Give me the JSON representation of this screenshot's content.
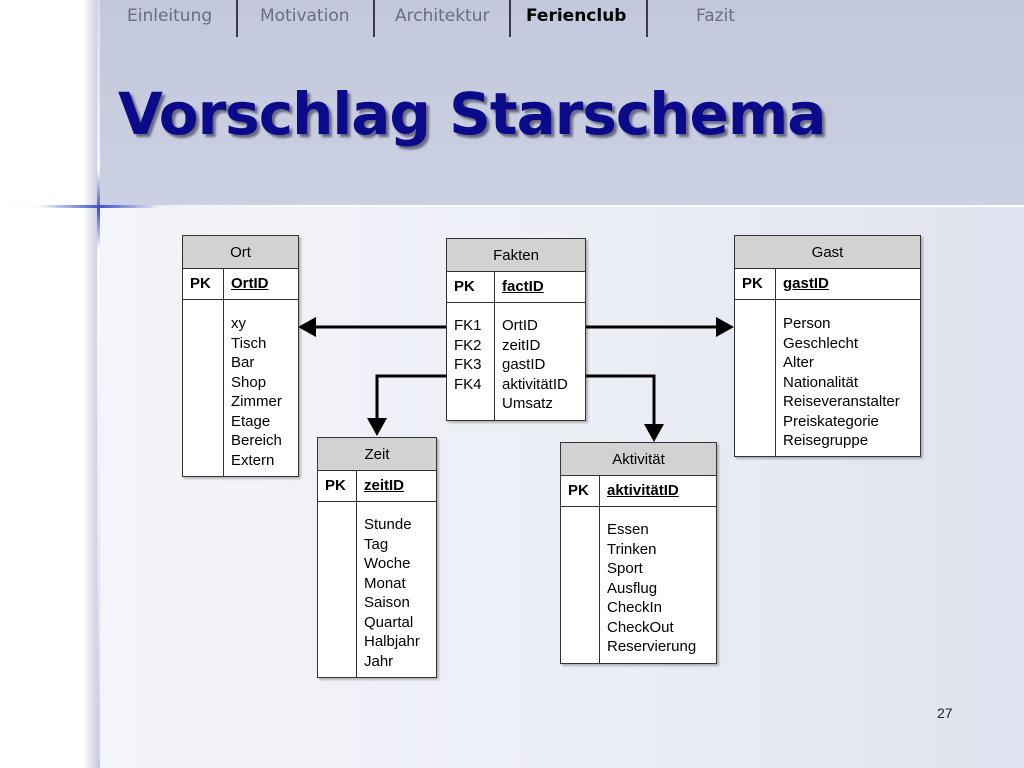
{
  "nav": {
    "items": [
      {
        "label": "Einleitung",
        "active": false
      },
      {
        "label": "Motivation",
        "active": false
      },
      {
        "label": "Architektur",
        "active": false
      },
      {
        "label": "Ferienclub",
        "active": true
      },
      {
        "label": "Fazit",
        "active": false
      }
    ]
  },
  "slide": {
    "title": "Vorschlag Starschema",
    "page_number": "27"
  },
  "entities": {
    "ort": {
      "name": "Ort",
      "pk_label": "PK",
      "pk_name": "OrtID",
      "fk_labels": [],
      "fields": [
        "xy",
        "Tisch",
        "Bar",
        "Shop",
        "Zimmer",
        "Etage",
        "Bereich",
        "Extern"
      ]
    },
    "fakten": {
      "name": "Fakten",
      "pk_label": "PK",
      "pk_name": "factID",
      "fk_labels": [
        "FK1",
        "FK2",
        "FK3",
        "FK4"
      ],
      "fields": [
        "OrtID",
        "zeitID",
        "gastID",
        "aktivitätID",
        "Umsatz"
      ]
    },
    "gast": {
      "name": "Gast",
      "pk_label": "PK",
      "pk_name": "gastID",
      "fk_labels": [],
      "fields": [
        "Person",
        "Geschlecht",
        "Alter",
        "Nationalität",
        "Reiseveranstalter",
        "Preiskategorie",
        "Reisegruppe"
      ]
    },
    "zeit": {
      "name": "Zeit",
      "pk_label": "PK",
      "pk_name": "zeitID",
      "fk_labels": [],
      "fields": [
        "Stunde",
        "Tag",
        "Woche",
        "Monat",
        "Saison",
        "Quartal",
        "Halbjahr",
        "Jahr"
      ]
    },
    "aktivitaet": {
      "name": "Aktivität",
      "pk_label": "PK",
      "pk_name": "aktivitätID",
      "fk_labels": [],
      "fields": [
        "Essen",
        "Trinken",
        "Sport",
        "Ausflug",
        "CheckIn",
        "CheckOut",
        "Reservierung"
      ]
    }
  },
  "relations": [
    {
      "from": "Fakten",
      "to": "Ort"
    },
    {
      "from": "Fakten",
      "to": "Gast"
    },
    {
      "from": "Fakten",
      "to": "Zeit"
    },
    {
      "from": "Fakten",
      "to": "Aktivität"
    }
  ]
}
